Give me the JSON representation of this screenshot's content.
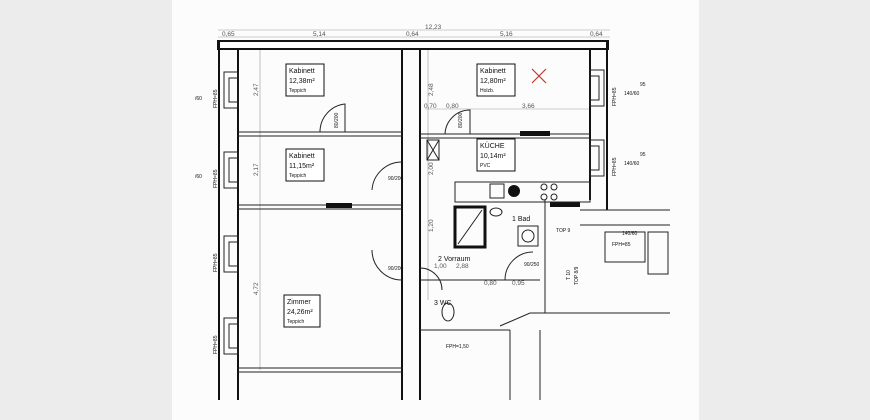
{
  "rooms": [
    {
      "name": "Kabinett",
      "area": "12,38m²",
      "floor": "Teppich"
    },
    {
      "name": "Kabinett",
      "area": "11,15m²",
      "floor": "Teppich"
    },
    {
      "name": "Zimmer",
      "area": "24,26m²",
      "floor": "Teppich"
    },
    {
      "name": "Kabinett",
      "area": "12,80m²",
      "floor": "Holzb."
    },
    {
      "name": "KÜCHE",
      "area": "10,14m²",
      "floor": "PVC"
    },
    {
      "name": "1 Bad"
    },
    {
      "name": "2 Vorraum"
    },
    {
      "name": "3 WC"
    }
  ],
  "dimensions": {
    "total_width": "12,23",
    "left_margin": "0,65",
    "left_width": "5,14",
    "mid_wall": "0,64",
    "right_width": "5,16",
    "right_margin": "0,64",
    "h1": "2,47",
    "h2": "2,17",
    "h3": "4,72",
    "h4": "2,48",
    "h5": "2,00",
    "h6": "1,20",
    "d1": "0,70",
    "d2": "0,80",
    "d3": "3,66",
    "d4": "1,00",
    "d5": "2,88",
    "d6": "0,80",
    "d7": "0,95"
  },
  "windows": {
    "fph": "FPH=85",
    "w60": "/60",
    "w95": "95",
    "w140": "140/60",
    "fph150": "FPH=1,50"
  },
  "doors": {
    "d90_200": "90/200",
    "d80_200": "80/200",
    "d90_250": "90/250"
  },
  "tops": {
    "top9": "TOP 9",
    "top89": "TOP 8/9",
    "t10": "T 10"
  },
  "marker_color": "#c0392b"
}
